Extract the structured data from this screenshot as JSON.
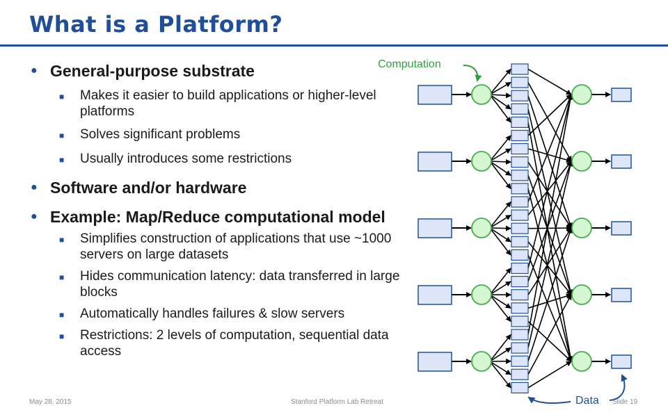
{
  "slide": {
    "title": "What is a Platform?",
    "bullets": [
      {
        "text": "General-purpose substrate",
        "subs": [
          "Makes it easier to build applications or higher-level platforms",
          "Solves significant problems",
          "Usually introduces some restrictions"
        ]
      },
      {
        "text": "Software and/or hardware",
        "subs": []
      },
      {
        "text": "Example: Map/Reduce computational model",
        "subs": [
          "Simplifies construction of applications that use ~1000 servers on large datasets",
          "Hides communication latency: data transferred in large blocks",
          "Automatically handles failures & slow servers",
          "Restrictions: 2 levels of computation, sequential data access"
        ]
      }
    ],
    "footer": {
      "date": "May 28, 2015",
      "center": "Stanford Platform Lab Retreat",
      "slide_number": "Slide 19"
    }
  },
  "diagram": {
    "computation_label": "Computation",
    "data_label": "Data",
    "input_blocks": 5,
    "mappers": 5,
    "intermediate_blocks": 25,
    "reducers": 5,
    "output_blocks": 5,
    "colors": {
      "block_fill": "#dde6f8",
      "block_stroke": "#1f4e9a",
      "node_fill": "#d6f5d3",
      "node_stroke": "#3fae49",
      "title": "#1f4e9a",
      "computation_label": "#2f9e3f"
    }
  }
}
